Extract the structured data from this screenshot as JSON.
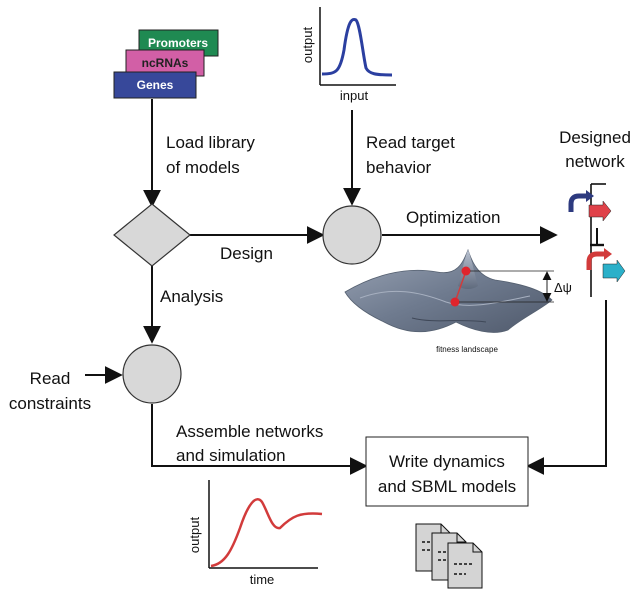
{
  "library": {
    "tags": [
      "Promoters",
      "ncRNAs",
      "Genes"
    ],
    "tag_colors": [
      "#1f8a52",
      "#d25fa6",
      "#37489a"
    ],
    "tag_text_colors": [
      "#ffffff",
      "#222222",
      "#ffffff"
    ]
  },
  "steps": {
    "load_line1": "Load library",
    "load_line2": "of models",
    "read_target_line1": "Read target",
    "read_target_line2": "behavior",
    "design": "Design",
    "optimization": "Optimization",
    "analysis": "Analysis",
    "read_constraints_line1": "Read",
    "read_constraints_line2": "constraints",
    "assemble_line1": "Assemble networks",
    "assemble_line2": "and simulation",
    "designed_line1": "Designed",
    "designed_line2": "network",
    "write_line1": "Write dynamics",
    "write_line2": "and SBML models",
    "fitness_label": "fitness landscape",
    "delta_label": "Δψ"
  },
  "target_plot": {
    "xlabel": "input",
    "ylabel": "output",
    "curve_color": "#2b3fa0"
  },
  "time_plot": {
    "xlabel": "time",
    "ylabel": "output",
    "curve_color": "#d23b3b"
  },
  "colors": {
    "node_fill": "#d8d8d8",
    "promoter_blue": "#2d3a7f",
    "promoter_red": "#d23b3b",
    "gene_red": "#e0424a",
    "gene_cyan": "#2bb0c9",
    "landscape": "#7a8699"
  }
}
